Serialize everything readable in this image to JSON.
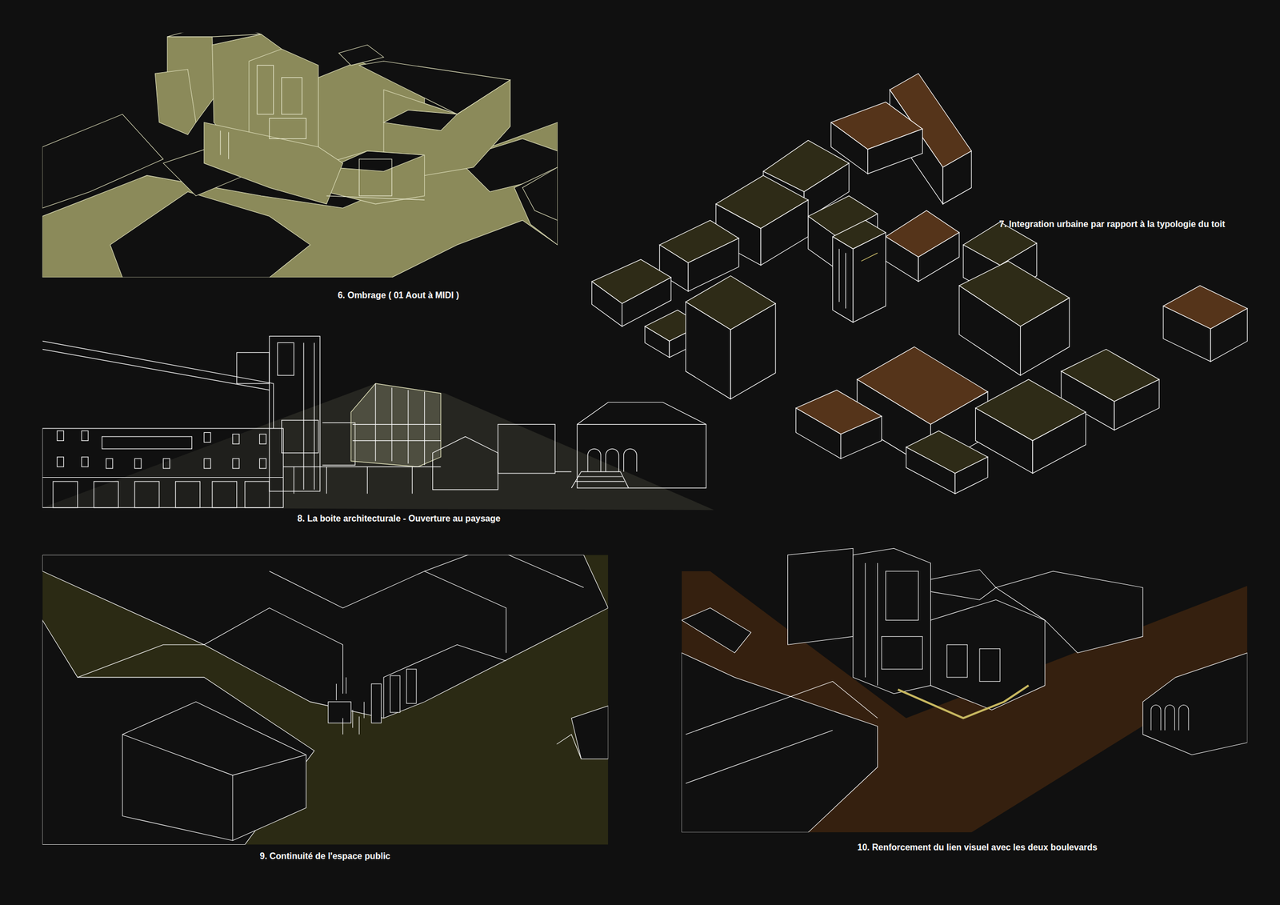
{
  "diagram": {
    "labels": [
      "6. Ombrage ( 01 Aout à MIDI )",
      "7. Integration urbaine par rapport à la typologie du toit",
      "8. La boite architecturale - Ouverture au paysage",
      "9. Continuité de l'espace public",
      "10. Renforcement du lien visuel avec les deux boulevards"
    ]
  }
}
